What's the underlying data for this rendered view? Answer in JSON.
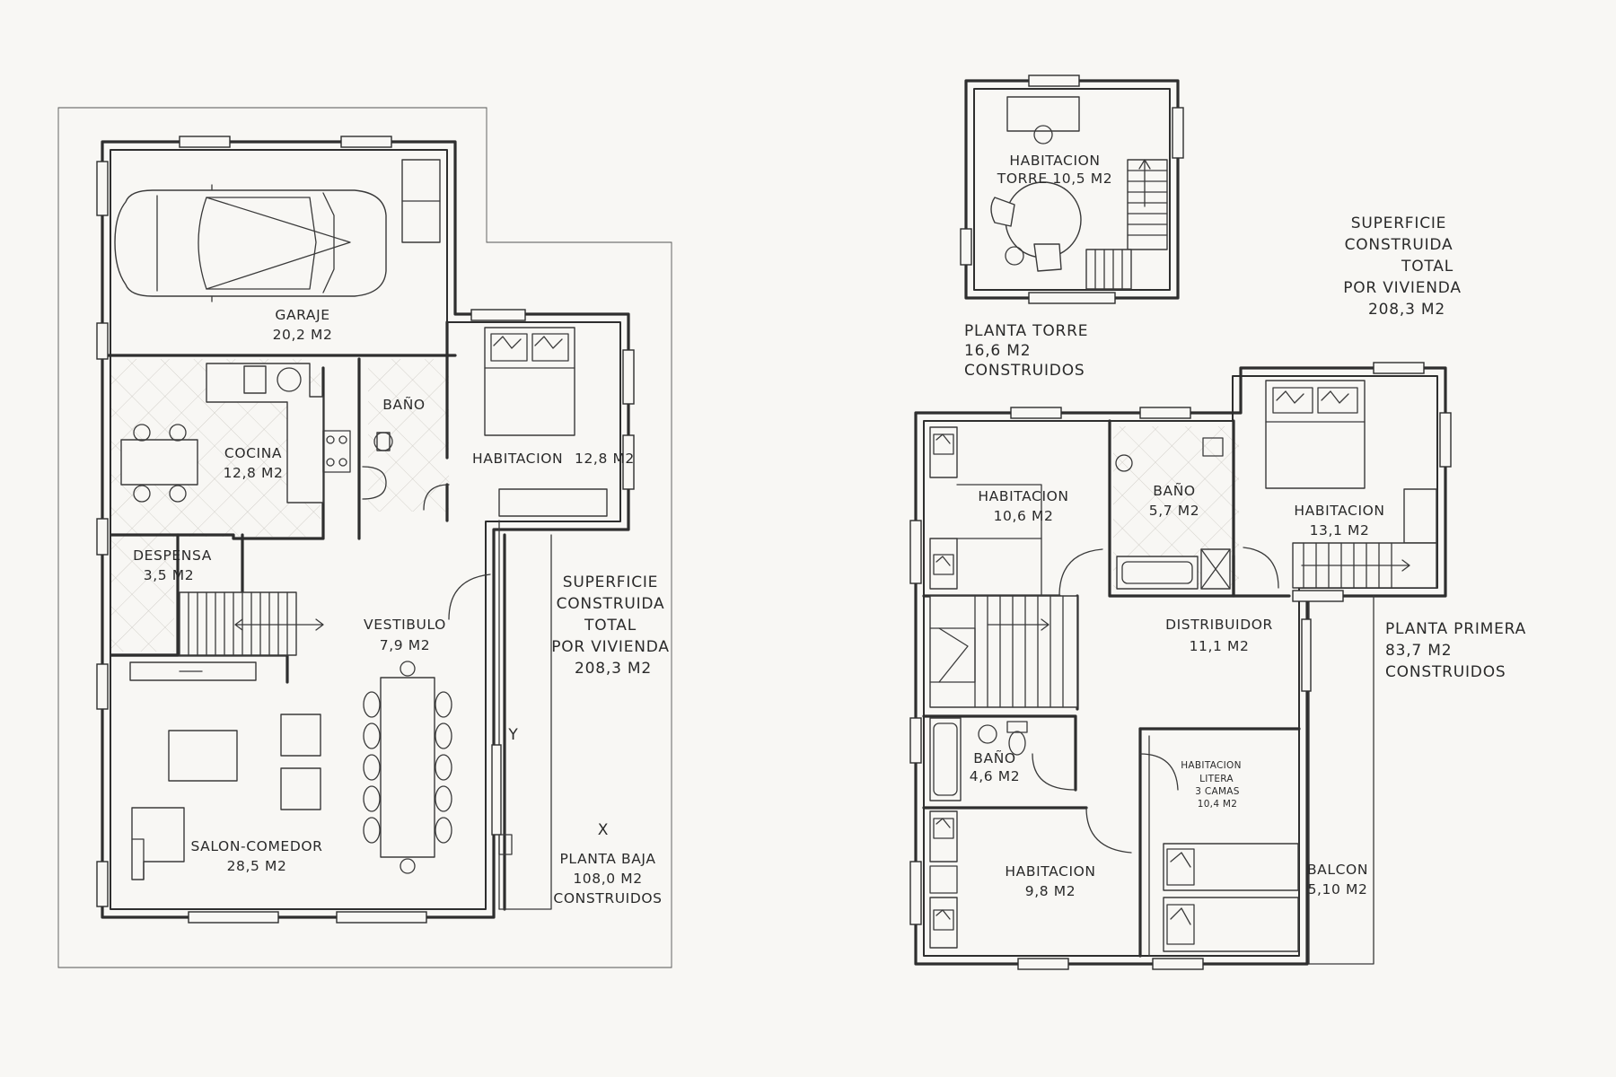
{
  "ground_floor": {
    "garage": {
      "name": "GARAJE",
      "area": "20,2 M2"
    },
    "kitchen": {
      "name": "COCINA",
      "area": "12,8 M2"
    },
    "bathroom": {
      "name": "BAÑO"
    },
    "bedroom": {
      "name": "HABITACION",
      "area": "12,8 M2"
    },
    "pantry": {
      "name": "DESPENSA",
      "area": "3,5 M2"
    },
    "hall": {
      "name": "VESTIBULO",
      "area": "7,9 M2"
    },
    "living": {
      "name": "SALON-COMEDOR",
      "area": "28,5 M2"
    },
    "summary": {
      "title": "PLANTA BAJA",
      "area": "108,0 M2",
      "note": "CONSTRUIDOS"
    },
    "total": {
      "lines": [
        "SUPERFICIE",
        "CONSTRUIDA",
        "TOTAL",
        "POR VIVIENDA"
      ],
      "area": "208,3 M2"
    },
    "markers": {
      "y": "Y",
      "x": "X"
    }
  },
  "tower": {
    "room": {
      "name": "HABITACION",
      "line2": "TORRE 10,5 M2"
    },
    "summary": {
      "title": "PLANTA TORRE",
      "area": "16,6 M2",
      "note": "CONSTRUIDOS"
    }
  },
  "total_top": {
    "lines": [
      "SUPERFICIE",
      "CONSTRUIDA",
      "TOTAL",
      "POR VIVIENDA"
    ],
    "area": "208,3 M2"
  },
  "first_floor": {
    "bedroom1": {
      "name": "HABITACION",
      "area": "10,6 M2"
    },
    "bath1": {
      "name": "BAÑO",
      "area": "5,7 M2"
    },
    "bedroom2": {
      "name": "HABITACION",
      "area": "13,1 M2"
    },
    "distributor": {
      "name": "DISTRIBUIDOR",
      "area": "11,1 M2"
    },
    "bath2": {
      "name": "BAÑO",
      "area": "4,6 M2"
    },
    "bunk": {
      "lines": [
        "HABITACION",
        "LITERA",
        "3 CAMAS",
        "10,4 M2"
      ]
    },
    "bedroom3": {
      "name": "HABITACION",
      "area": "9,8 M2"
    },
    "balcony": {
      "name": "BALCON",
      "area": "5,10 M2"
    },
    "summary": {
      "title": "PLANTA PRIMERA",
      "area": "83,7 M2",
      "note": "CONSTRUIDOS"
    }
  },
  "colors": {
    "ink": "#2e2e2e",
    "paper": "#f8f7f4",
    "tile": "#c9c6c0"
  }
}
